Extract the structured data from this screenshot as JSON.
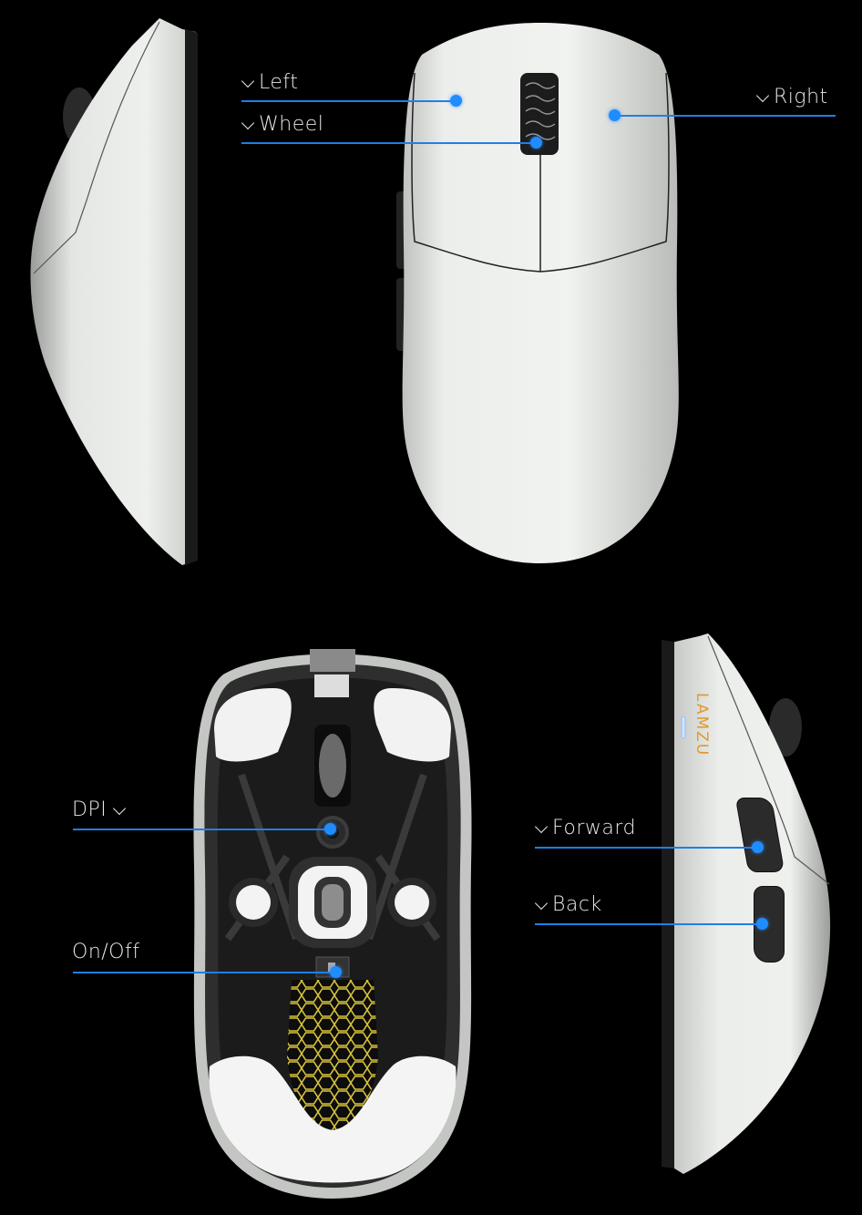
{
  "diagram": {
    "background": "#000000",
    "accent_color": "#1f7fe6",
    "brand_text": "LAMZU",
    "brand_color": "#e09a2e",
    "views": [
      {
        "id": "side-left",
        "name": "Left side view"
      },
      {
        "id": "top",
        "name": "Top view"
      },
      {
        "id": "bottom",
        "name": "Bottom view"
      },
      {
        "id": "side-right",
        "name": "Right side view"
      }
    ],
    "callouts": {
      "left": {
        "label": "Left",
        "chevron": "before"
      },
      "wheel": {
        "label": "Wheel",
        "chevron": "before"
      },
      "right": {
        "label": "Right",
        "chevron": "before"
      },
      "dpi": {
        "label": "DPI",
        "chevron": "after"
      },
      "onoff": {
        "label": "On/Off",
        "chevron": "none"
      },
      "forward": {
        "label": "Forward",
        "chevron": "before"
      },
      "back": {
        "label": "Back",
        "chevron": "before"
      }
    }
  }
}
